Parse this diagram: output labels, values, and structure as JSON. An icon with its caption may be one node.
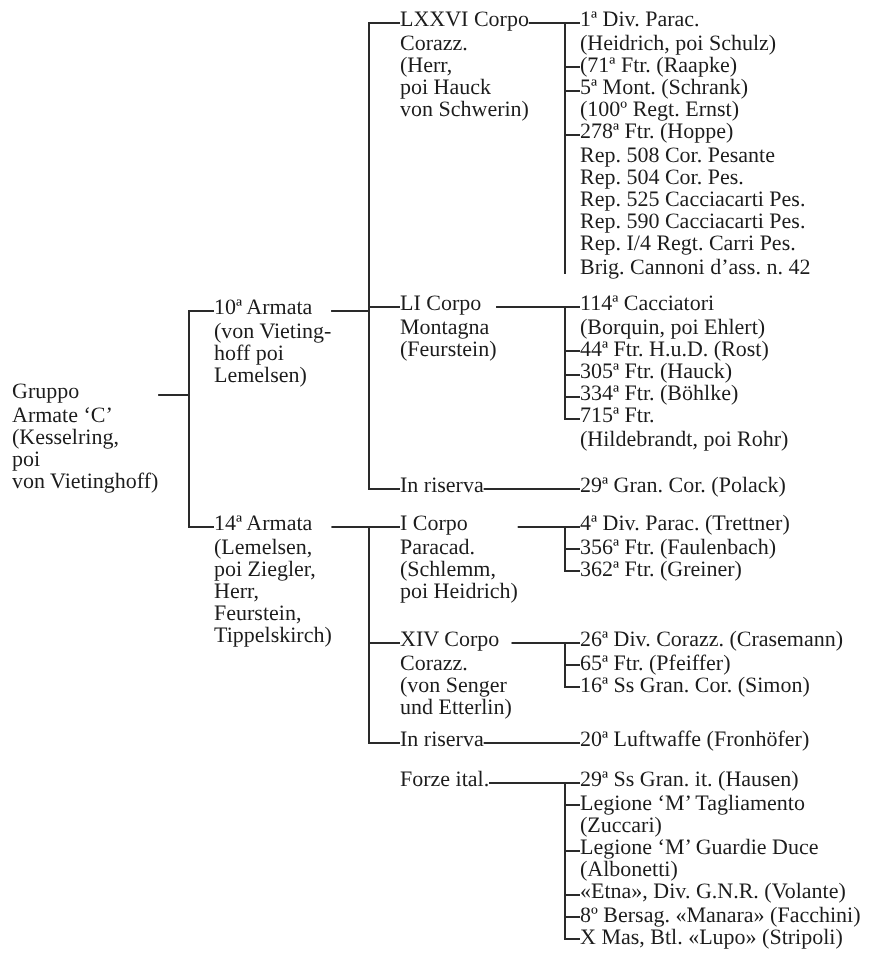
{
  "diagram": {
    "nodes": [
      {
        "text": [
          "Gruppo Armate ‘C’ (Kesselring, poi von Vietinghoff)"
        ]
      },
      {
        "text": [
          "10ª Armata (von Vieting- hoff poi Lemelsen)"
        ]
      },
      {
        "text": [
          "LXXVI Corpo Corazz. (Herr, poi Hauck von Schwerin)"
        ]
      },
      {
        "text": [
          "1ª Div. Parac. (Heidrich, poi Schulz)"
        ]
      },
      {
        "text": [
          "(71ª Ftr. (Raapke)"
        ]
      },
      {
        "text": [
          "5ª Mont. (Schrank) (100º Regt. Ernst)"
        ]
      },
      {
        "text": [
          "278ª Ftr. (Hoppe)"
        ]
      },
      {
        "text": [
          "LI Corpo Montagna (Feurstein)"
        ]
      },
      {
        "text": [
          "114ª Cacciatori (Borquin, poi Ehlert)"
        ]
      },
      {
        "text": [
          "44ª Ftr. H.u.D. (Rost)"
        ]
      },
      {
        "text": [
          "305ª Ftr. (Hauck)"
        ]
      },
      {
        "text": [
          "334ª Ftr. (Böhlke)"
        ]
      },
      {
        "text": [
          "715ª Ftr. (Hildebrandt, poi Rohr)"
        ]
      },
      {
        "text": [
          "In riserva"
        ]
      },
      {
        "text": [
          "29ª Gran. Cor. (Polack)"
        ]
      },
      {
        "text": [
          "14ª Armata (Lemelsen, poi Ziegler, Herr, Feurstein, Tippelskirch)"
        ]
      },
      {
        "text": [
          "I Corpo Paracad. (Schlemm, poi Heidrich)"
        ]
      },
      {
        "text": [
          "4ª Div. Parac. (Trettner)"
        ]
      },
      {
        "text": [
          "356ª Ftr. (Faulenbach)"
        ]
      },
      {
        "text": [
          "362ª Ftr. (Greiner)"
        ]
      },
      {
        "text": [
          "XIV Corpo Corazz. (von Senger und Etterlin)"
        ]
      },
      {
        "text": [
          "26ª Div. Corazz. (Crasemann)"
        ]
      },
      {
        "text": [
          "65ª Ftr. (Pfeiffer)"
        ]
      },
      {
        "text": [
          "16ª Ss Gran. Cor. (Simon)"
        ]
      },
      {
        "text": [
          "In riserva"
        ]
      },
      {
        "text": [
          "20ª Luftwaffe (Fronhöfer)"
        ]
      },
      {
        "text": [
          "Forze ital."
        ]
      },
      {
        "text": [
          "29ª Ss Gran. it. (Hausen)"
        ]
      },
      {
        "text": [
          "Legione ‘M’ Tagliamento (Zuccari)"
        ]
      },
      {
        "text": [
          "Legione ‘M’ Guardie Duce (Albonetti)"
        ]
      },
      {
        "text": [
          "«Etna», Div. G.N.R. (Volante)"
        ]
      },
      {
        "text": [
          "8º Bersag. «Manara» (Facchini)"
        ]
      },
      {
        "text": [
          "X Mas, Btl. «Lupo» (Stripoli)"
        ]
      }
    ],
    "edges": [
      {
        "from": 0,
        "to": 1,
        "arrow": "none"
      },
      {
        "from": 0,
        "to": 15,
        "arrow": "none"
      },
      {
        "from": 1,
        "to": 2,
        "arrow": "none"
      },
      {
        "from": 1,
        "to": 7,
        "arrow": "none"
      },
      {
        "from": 1,
        "to": 13,
        "arrow": "none"
      },
      {
        "from": 2,
        "to": 3,
        "arrow": "none"
      },
      {
        "from": 2,
        "to": 4,
        "arrow": "none"
      },
      {
        "from": 2,
        "to": 5,
        "arrow": "none"
      },
      {
        "from": 2,
        "to": 6,
        "arrow": "none"
      },
      {
        "from": 7,
        "to": 8,
        "arrow": "none"
      },
      {
        "from": 7,
        "to": 9,
        "arrow": "none"
      },
      {
        "from": 7,
        "to": 10,
        "arrow": "none"
      },
      {
        "from": 7,
        "to": 11,
        "arrow": "none"
      },
      {
        "from": 7,
        "to": 12,
        "arrow": "none"
      },
      {
        "from": 13,
        "to": 14,
        "arrow": "none"
      },
      {
        "from": 15,
        "to": 16,
        "arrow": "none"
      },
      {
        "from": 15,
        "to": 20,
        "arrow": "none"
      },
      {
        "from": 15,
        "to": 24,
        "arrow": "none"
      },
      {
        "from": 16,
        "to": 17,
        "arrow": "none"
      },
      {
        "from": 16,
        "to": 18,
        "arrow": "none"
      },
      {
        "from": 16,
        "to": 19,
        "arrow": "none"
      },
      {
        "from": 20,
        "to": 21,
        "arrow": "none"
      },
      {
        "from": 20,
        "to": 22,
        "arrow": "none"
      },
      {
        "from": 20,
        "to": 23,
        "arrow": "none"
      },
      {
        "from": 24,
        "to": 25,
        "arrow": "none"
      },
      {
        "from": 26,
        "to": 27,
        "arrow": "none"
      },
      {
        "from": 26,
        "to": 28,
        "arrow": "none"
      },
      {
        "from": 26,
        "to": 29,
        "arrow": "none"
      },
      {
        "from": 26,
        "to": 30,
        "arrow": "none"
      },
      {
        "from": 26,
        "to": 31,
        "arrow": "none"
      },
      {
        "from": 26,
        "to": 32,
        "arrow": "none"
      }
    ],
    "labels": [
      "Rep. 508 Cor. Pesante",
      "Rep. 504 Cor. Pes.",
      "Rep. 525 Cacciacarti Pes.",
      "Rep. 590 Cacciacarti Pes.",
      "Rep. I/4 Regt. Carri Pes.",
      "Brig. Cannoni d’ass. n. 42"
    ]
  }
}
